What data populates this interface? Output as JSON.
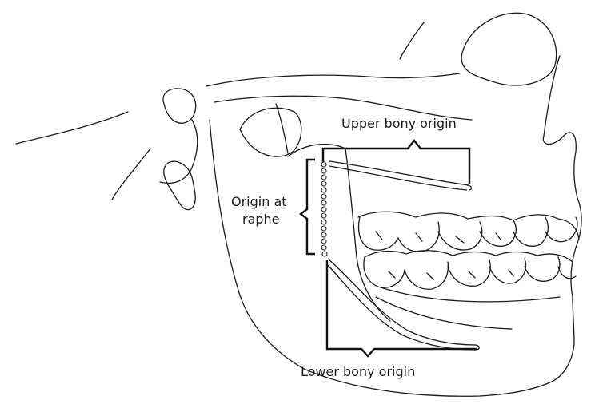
{
  "labels": {
    "upper_bony_origin": "Upper bony origin",
    "origin_at_raphe_line1": "Origin at",
    "origin_at_raphe_line2": "raphe",
    "lower_bony_origin": "Lower bony origin"
  }
}
